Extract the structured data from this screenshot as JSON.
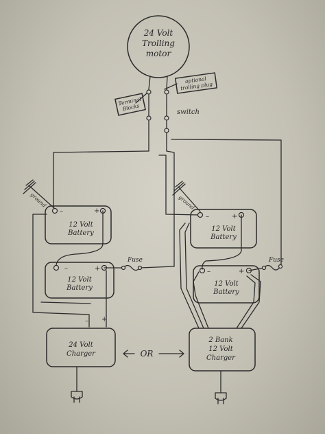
{
  "motor": {
    "line1": "24 Volt",
    "line2": "Trolling",
    "line3": "motor"
  },
  "optional_label": {
    "line1": "optional",
    "line2": "trolling plug"
  },
  "terminal_label": {
    "line1": "Terminal",
    "line2": "Blocks"
  },
  "switch_label": "switch",
  "ground_left": "ground",
  "ground_right": "ground",
  "battery_a": {
    "line1": "12 Volt",
    "line2": "Battery",
    "neg": "–",
    "pos": "+"
  },
  "battery_b": {
    "line1": "12 Volt",
    "line2": "Battery",
    "neg": "–",
    "pos": "+"
  },
  "battery_c": {
    "line1": "12 Volt",
    "line2": "Battery",
    "neg": "–",
    "pos": "+"
  },
  "battery_d": {
    "line1": "12 Volt",
    "line2": "Battery",
    "neg": "–",
    "pos": "+"
  },
  "fuse_left": "Fuse",
  "fuse_right": "Fuse",
  "charger_left": {
    "line1": "24 Volt",
    "line2": "Charger",
    "neg": "–",
    "pos": "+"
  },
  "charger_right": {
    "line1": "2 Bank",
    "line2": "12 Volt",
    "line3": "Charger"
  },
  "or_label": "OR",
  "colors": {
    "paper": "#c9c6ba",
    "ink": "#2b2b2b"
  }
}
